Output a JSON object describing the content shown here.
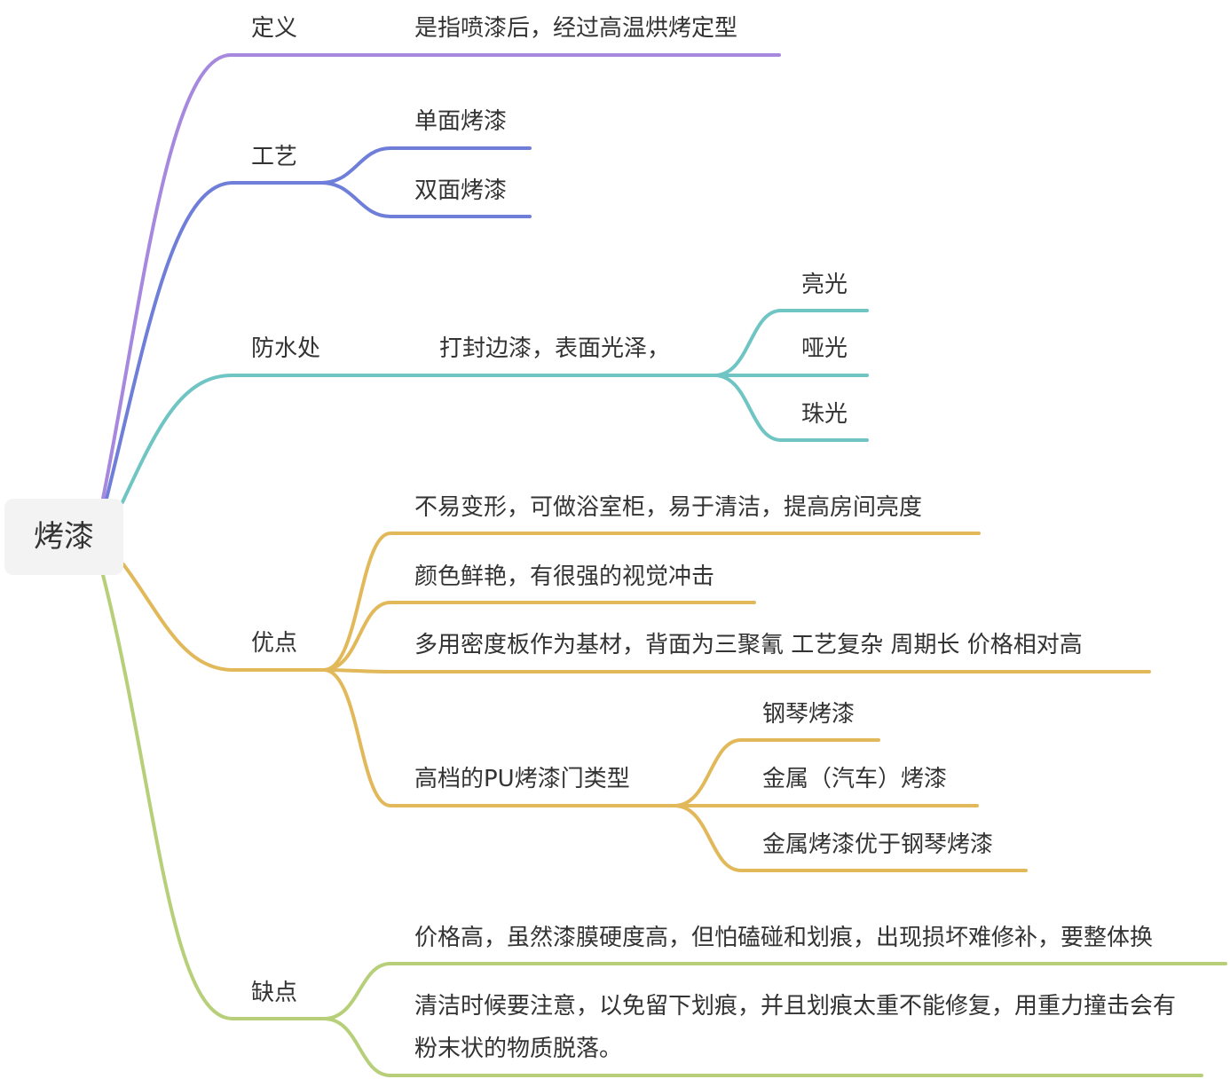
{
  "root": {
    "label": "烤漆"
  },
  "branches": {
    "definition": {
      "label": "定义",
      "color": "#a689df",
      "detail": "是指喷漆后，经过高温烘烤定型"
    },
    "craft": {
      "label": "工艺",
      "color": "#6f7ed8",
      "children": [
        "单面烤漆",
        "双面烤漆"
      ]
    },
    "waterproof": {
      "label": "防水处",
      "color": "#6ec5c3",
      "detail": "打封边漆，表面光泽，",
      "finishes": [
        "亮光",
        "哑光",
        "珠光"
      ]
    },
    "advantages": {
      "label": "优点",
      "color": "#e2b95a",
      "items": [
        "不易变形，可做浴室柜，易于清洁，提高房间亮度",
        "颜色鲜艳，有很强的视觉冲击",
        "多用密度板作为基材，背面为三聚氰 工艺复杂 周期长 价格相对高"
      ],
      "door_types": {
        "label": "高档的PU烤漆门类型",
        "children": [
          "钢琴烤漆",
          "金属（汽车）烤漆",
          "金属烤漆优于钢琴烤漆"
        ]
      }
    },
    "disadvantages": {
      "label": "缺点",
      "color": "#b7cf78",
      "items": [
        "价格高，虽然漆膜硬度高，但怕磕碰和划痕，出现损坏难修补，要整体换",
        "清洁时候要注意，以免留下划痕，并且划痕太重不能修复，用重力撞击会有粉末状的物质脱落。"
      ]
    }
  }
}
